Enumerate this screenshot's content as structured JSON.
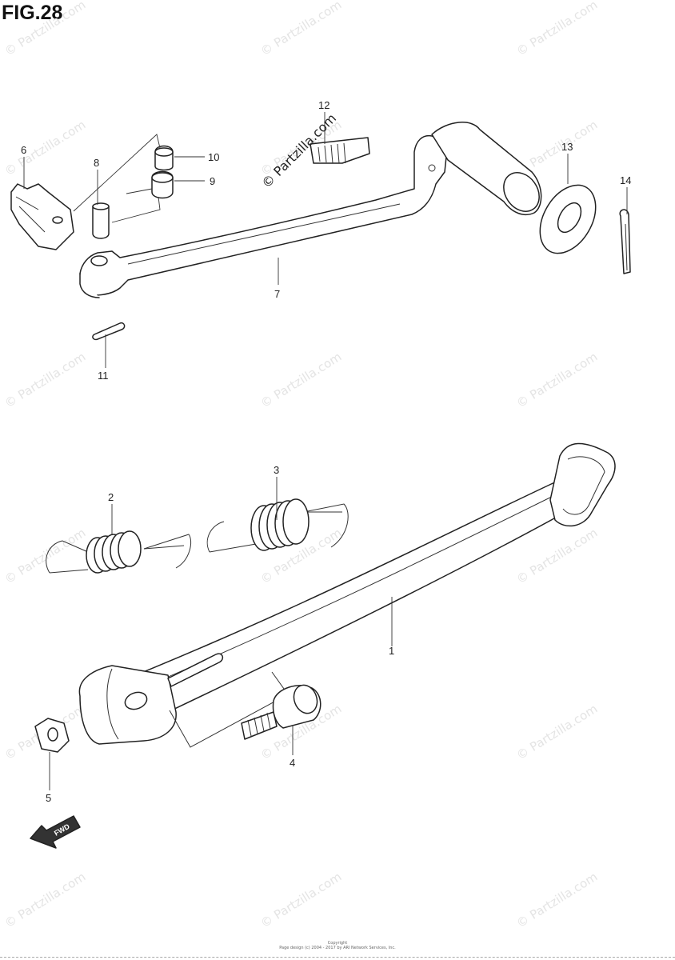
{
  "figure": {
    "title": "FIG.28"
  },
  "watermark": {
    "text": "© Partzilla.com",
    "center_text": "© Partzilla.com"
  },
  "callouts": [
    {
      "number": "1",
      "part": "side-stand"
    },
    {
      "number": "2",
      "part": "spring-small"
    },
    {
      "number": "3",
      "part": "spring-large"
    },
    {
      "number": "4",
      "part": "stand-bolt"
    },
    {
      "number": "5",
      "part": "nut"
    },
    {
      "number": "6",
      "part": "clamp"
    },
    {
      "number": "7",
      "part": "brake-pedal"
    },
    {
      "number": "8",
      "part": "pin"
    },
    {
      "number": "9",
      "part": "washer"
    },
    {
      "number": "10",
      "part": "cap"
    },
    {
      "number": "11",
      "part": "cotter-pin-small"
    },
    {
      "number": "12",
      "part": "pedal-pivot-bolt"
    },
    {
      "number": "13",
      "part": "pedal-washer"
    },
    {
      "number": "14",
      "part": "cotter-pin"
    }
  ],
  "fwd_arrow": {
    "label": "FWD"
  },
  "footer": {
    "line1": "Copyright",
    "line2": "Page design (c) 2004 - 2017 by ARI Network Services, Inc."
  }
}
